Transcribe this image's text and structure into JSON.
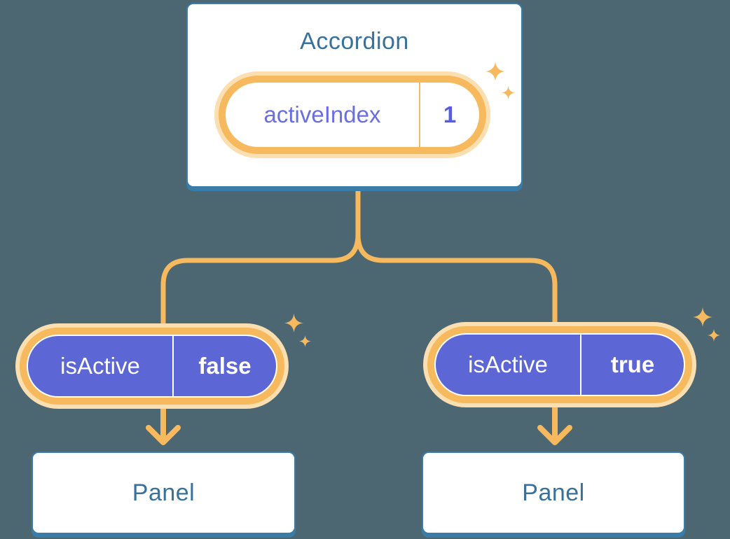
{
  "diagram": {
    "accordion": {
      "title": "Accordion",
      "pill": {
        "label": "activeIndex",
        "value": "1"
      }
    },
    "children": [
      {
        "pill": {
          "label": "isActive",
          "value": "false"
        },
        "panel": {
          "title": "Panel"
        }
      },
      {
        "pill": {
          "label": "isActive",
          "value": "true"
        },
        "panel": {
          "title": "Panel"
        }
      }
    ]
  },
  "icons": {
    "sparkle_icon": "four-point star ✦",
    "arrow_down_icon": "orange chevron arrow ↓",
    "connector": "orange forked line from Accordion to both isActive pills"
  },
  "colors": {
    "background": "#4C6772",
    "card_bg": "#FFFFFF",
    "card_border": "#3A7CA8",
    "heading_text": "#38719C",
    "orange": "#F6B95E",
    "orange_glow": "#FBDFB0",
    "purple": "#5D66D5",
    "purple_label": "#6A6EE0",
    "purple_value": "#575ED6",
    "pill_text_white": "#FFFFFF"
  }
}
